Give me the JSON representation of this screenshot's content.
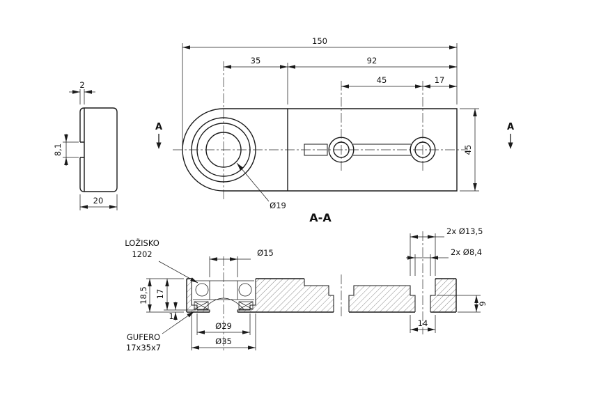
{
  "drawing": {
    "title": "A-A",
    "section_marks": {
      "left": "A",
      "right": "A"
    },
    "top_view": {
      "dim_length": "150",
      "dim_35": "35",
      "dim_92": "92",
      "dim_45_holes": "45",
      "dim_17_end": "17",
      "dim_height": "45",
      "dim_bore": "Ø19"
    },
    "side_view": {
      "dim_groove_depth": "2",
      "dim_groove_width": "8,1",
      "dim_thickness": "20"
    },
    "section_view": {
      "dim_bore": "Ø15",
      "dim_total": "18,5",
      "dim_seat_depth": "17",
      "dim_lip": "1",
      "dim_shoulder": "Ø29",
      "dim_seat": "Ø35",
      "dim_cbore": "2x Ø13,5",
      "dim_hole": "2x Ø8,4",
      "dim_depth": "9",
      "dim_width": "14",
      "bearing_label_1": "LOŽISKO",
      "bearing_label_2": "1202",
      "seal_label_1": "GUFERO",
      "seal_label_2": "17x35x7"
    }
  }
}
